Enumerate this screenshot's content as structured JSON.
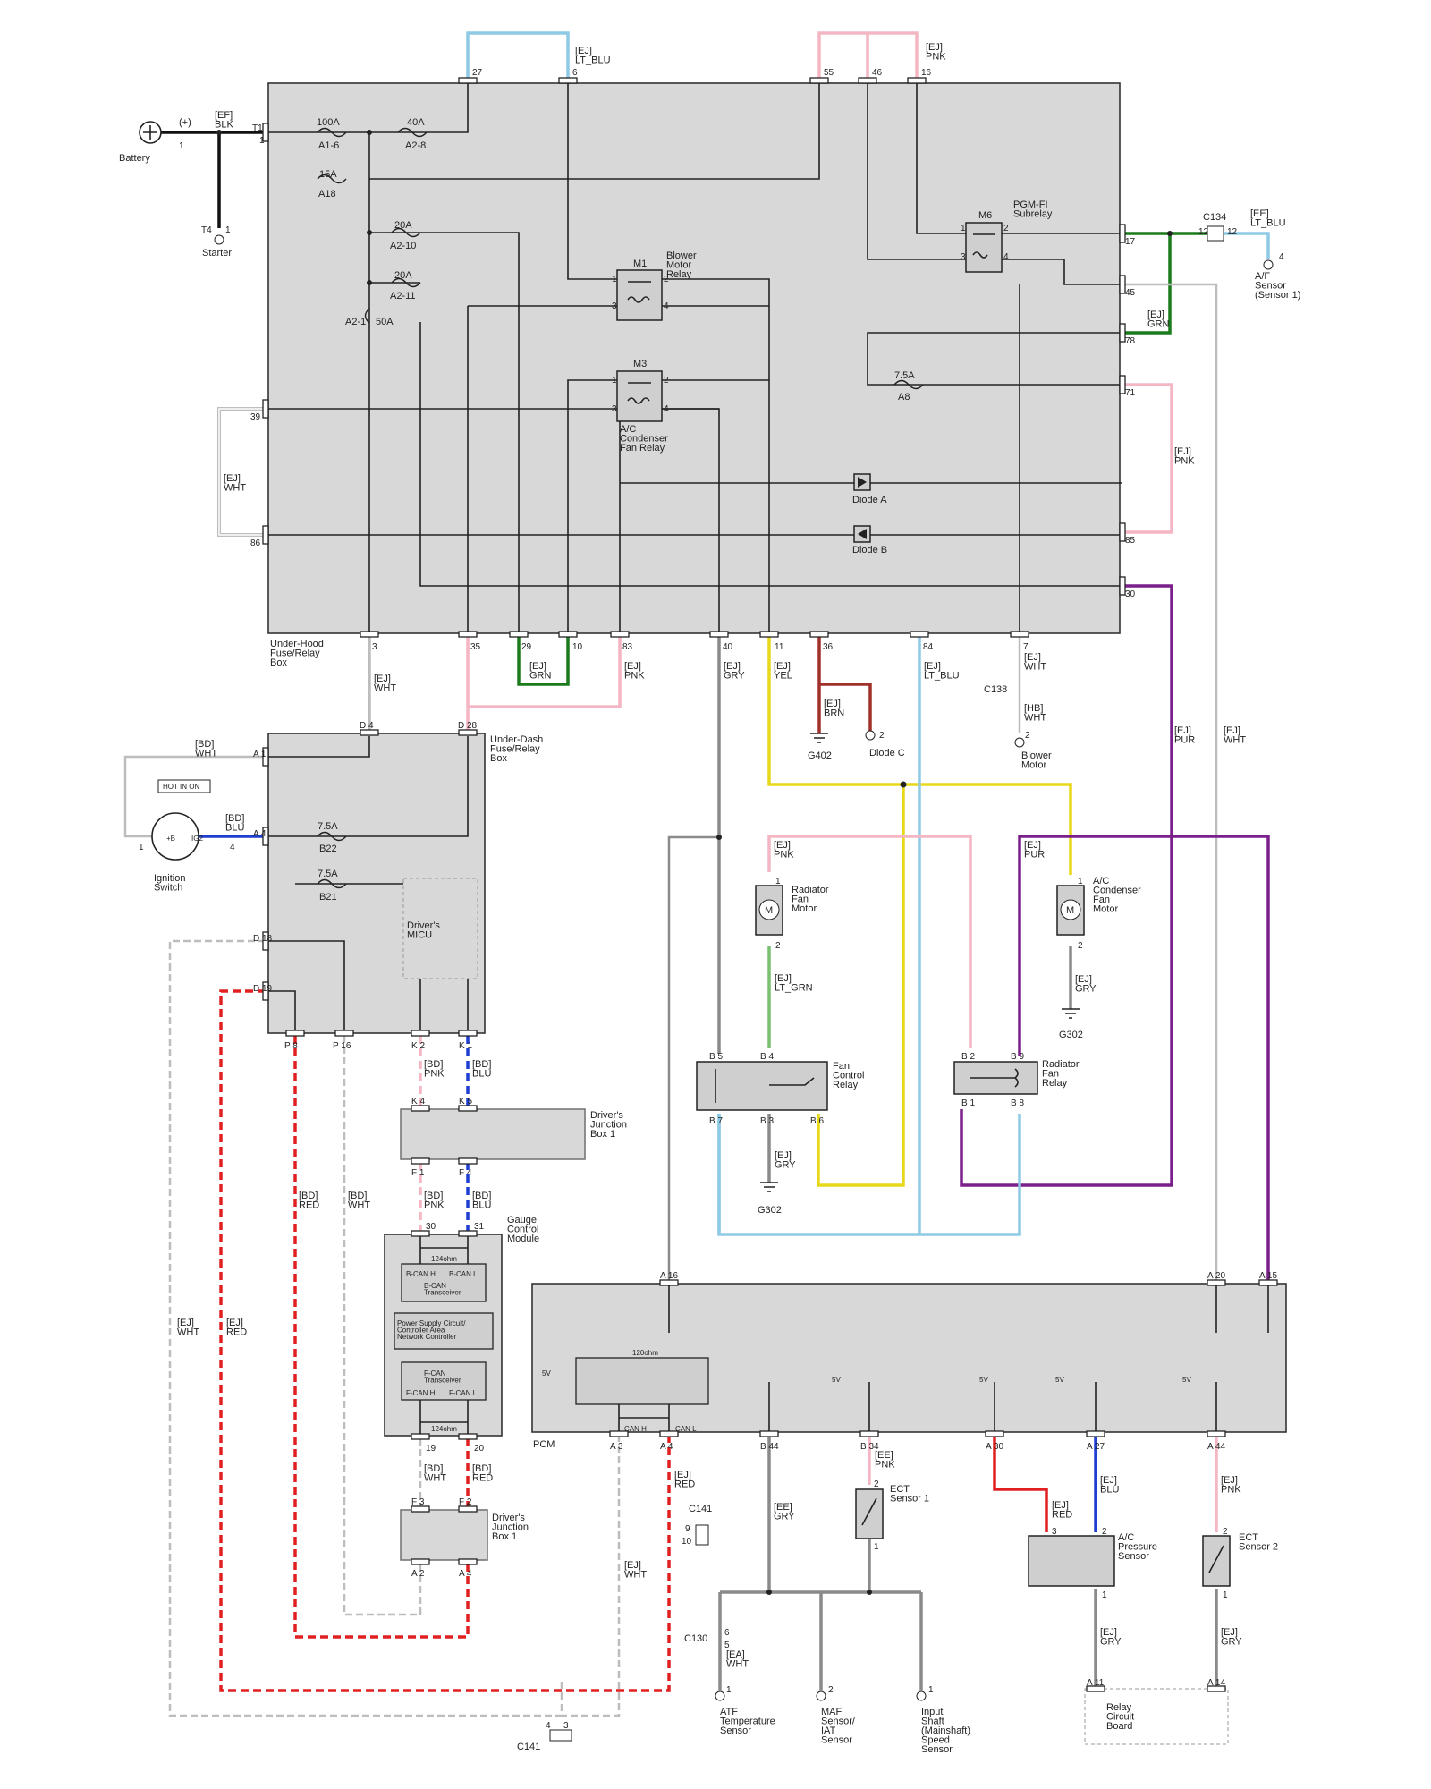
{
  "colors": {
    "black": "#111111",
    "lt_blu": "#8ecae6",
    "pnk": "#f4b6c2",
    "grn": "#1b7a1b",
    "brn": "#a0302a",
    "gry": "#8a8a8a",
    "yel": "#e8d81a",
    "pur": "#7b1f8a",
    "wht": "#bdbdbd",
    "red": "#e02020",
    "blu": "#1f3fd0",
    "box_fill": "#d8d8d8"
  },
  "boxes": {
    "underhood": "Under-Hood\nFuse/Relay\nBox",
    "underdash": "Under-Dash\nFuse/Relay\nBox",
    "djb1_top": "Driver's\nJunction\nBox 1",
    "djb1_bottom": "Driver's\nJunction\nBox 1",
    "gauge": "Gauge\nControl\nModule",
    "pcm": "PCM",
    "relay_board": "Relay\nCircuit\nBoard",
    "micu": "Driver's\nMICU"
  },
  "components": {
    "battery": "Battery",
    "battery_plus": "(+)",
    "starter": "Starter",
    "ign_switch": "Ignition\nSwitch",
    "hot_in_on": "HOT IN ON",
    "blower_relay": "Blower\nMotor\nRelay",
    "ac_fan_relay": "A/C\nCondenser\nFan Relay",
    "pgmfi": "PGM-FI\nSubrelay",
    "diode_a": "Diode A",
    "diode_b": "Diode B",
    "diode_c": "Diode C",
    "af_sensor": "A/F\nSensor\n(Sensor 1)",
    "blower_motor": "Blower\nMotor",
    "rad_fan_motor": "Radiator\nFan\nMotor",
    "ac_fan_motor": "A/C\nCondenser\nFan\nMotor",
    "fan_ctrl_relay": "Fan\nControl\nRelay",
    "rad_fan_relay": "Radiator\nFan\nRelay",
    "ect1": "ECT\nSensor 1",
    "ect2": "ECT\nSensor 2",
    "ac_press": "A/C\nPressure\nSensor",
    "atf": "ATF\nTemperature\nSensor",
    "maf": "MAF\nSensor/\nIAT\nSensor",
    "input_shaft": "Input\nShaft\n(Mainshaft)\nSpeed\nSensor",
    "bcan": "B-CAN\nTransceiver",
    "bcan_h": "B-CAN H",
    "bcan_l": "B-CAN L",
    "psc": "Power Supply Circuit/\nController Area\nNetwork Controller",
    "fcan": "F-CAN\nTransceiver",
    "fcan_h": "F-CAN H",
    "fcan_l": "F-CAN L",
    "ohm124a": "124ohm",
    "ohm124b": "124ohm",
    "ohm120": "120ohm",
    "can_h": "CAN H",
    "can_l": "CAN L",
    "m1": "M1",
    "m3": "M3",
    "m6": "M6",
    "b_plus": "+B",
    "ig2": "IG2",
    "v5a": "5V",
    "v5b": "5V",
    "v5c": "5V",
    "v5d": "5V",
    "v5e": "5V"
  },
  "fuses": {
    "a16": "100A",
    "a16n": "A1-6",
    "a28": "40A",
    "a28n": "A2-8",
    "a18": "15A",
    "a18n": "A18",
    "a210": "20A",
    "a210n": "A2-10",
    "a211": "20A",
    "a211n": "A2-11",
    "a21": "A2-1",
    "a21a": "50A",
    "a8": "7.5A",
    "a8n": "A8",
    "b22": "7.5A",
    "b22n": "B22",
    "b21": "7.5A",
    "b21n": "B21"
  },
  "grounds": {
    "g402": "G402",
    "g302a": "G302",
    "g302b": "G302"
  },
  "connectors": {
    "c134": "C134",
    "c138": "C138",
    "c141a": "C141",
    "c141b": "C141",
    "c130": "C130"
  },
  "wire_labels": {
    "ef_blk": "[EF]\nBLK",
    "ej_ltblu_top": "[EJ]\nLT_BLU",
    "ej_pnk_top": "[EJ]\nPNK",
    "ee_ltblu": "[EE]\nLT_BLU",
    "ej_grn_right": "[EJ]\nGRN",
    "ej_pnk_right": "[EJ]\nPNK",
    "ej_wht_left": "[EJ]\nWHT",
    "ej_wht_3": "[EJ]\nWHT",
    "ej_grn_29": "[EJ]\nGRN",
    "ej_pnk_83": "[EJ]\nPNK",
    "ej_gry_40": "[EJ]\nGRY",
    "ej_yel_11": "[EJ]\nYEL",
    "ej_brn_36": "[EJ]\nBRN",
    "ej_ltblu_84": "[EJ]\nLT_BLU",
    "ej_wht_7": "[EJ]\nWHT",
    "hb_wht": "[HB]\nWHT",
    "ej_pur_30": "[EJ]\nPUR",
    "ej_wht_45": "[EJ]\nWHT",
    "bd_wht_a1": "[BD]\nWHT",
    "bd_blu_a4": "[BD]\nBLU",
    "ej_pnk_rad": "[EJ]\nPNK",
    "ej_ltgrn": "[EJ]\nLT_GRN",
    "ej_gry_fan": "[EJ]\nGRY",
    "ej_pur_rad": "[EJ]\nPUR",
    "ej_gry_ac": "[EJ]\nGRY",
    "bd_pnk_k2": "[BD]\nPNK",
    "bd_blu_k1": "[BD]\nBLU",
    "bd_pnk_f1": "[BD]\nPNK",
    "bd_blu_f4": "[BD]\nBLU",
    "bd_red_p8": "[BD]\nRED",
    "bd_wht_p16": "[BD]\nWHT",
    "ej_wht_d18": "[EJ]\nWHT",
    "ej_red_d19": "[EJ]\nRED",
    "bd_wht_19": "[BD]\nWHT",
    "bd_red_20": "[BD]\nRED",
    "ej_red_a4": "[EJ]\nRED",
    "ej_wht_a3": "[EJ]\nWHT",
    "ee_gry_b44": "[EE]\nGRY",
    "ee_pnk_b34": "[EE]\nPNK",
    "ej_red_a30": "[EJ]\nRED",
    "ej_blu_a27": "[EJ]\nBLU",
    "ej_pnk_a44": "[EJ]\nPNK",
    "ea_wht": "[EA]\nWHT",
    "ej_gry_11": "[EJ]\nGRY",
    "ej_gry_14": "[EJ]\nGRY"
  },
  "pins": {
    "p27": "27",
    "p6": "6",
    "p55": "55",
    "p46": "46",
    "p16": "16",
    "t1": "T1",
    "t1b": "1",
    "t4": "T4",
    "t4b": "1",
    "bat1": "1",
    "p17": "17",
    "p45": "45",
    "p78": "78",
    "p71": "71",
    "p85": "85",
    "p30": "30",
    "p39": "39",
    "p86": "86",
    "b3": "3",
    "b35": "35",
    "b29": "29",
    "b10": "10",
    "b83": "83",
    "b40": "40",
    "b11": "11",
    "b36": "36",
    "b84": "84",
    "b7": "7",
    "c134a": "12",
    "c134b": "12",
    "af4": "4",
    "c138b": "2",
    "diodec2": "2",
    "d4": "D 4",
    "d28": "D 28",
    "a1": "A 1",
    "a4": "A 4",
    "d18": "D 18",
    "d19": "D 19",
    "ig1": "1",
    "ig4": "4",
    "p8": "P 8",
    "p16b": "P 16",
    "k2": "K 2",
    "k1": "K 1",
    "k4": "K 4",
    "k5": "K 5",
    "f1": "F 1",
    "f4": "F 4",
    "g30": "30",
    "g31": "31",
    "g19": "19",
    "g20": "20",
    "f3": "F 3",
    "f2": "F 2",
    "a2b": "A 2",
    "a4b": "A 4",
    "m1_1": "1",
    "m1_2": "2",
    "m1_3": "3",
    "m1_4": "4",
    "m3_1": "1",
    "m3_2": "2",
    "m3_3": "3",
    "m3_4": "4",
    "m6_1": "1",
    "m6_2": "2",
    "m6_3": "3",
    "m6_4": "4",
    "rf1": "1",
    "rf2": "2",
    "acf1": "1",
    "acf2": "2",
    "fc_b5": "B 5",
    "fc_b4": "B 4",
    "fc_b7": "B 7",
    "fc_b3": "B 3",
    "fc_b6": "B 6",
    "rr_b2": "B 2",
    "rr_b9": "B 9",
    "rr_b1": "B 1",
    "rr_b8": "B 8",
    "pa16": "A 16",
    "pa20": "A 20",
    "pa15": "A 15",
    "pa3": "A 3",
    "pa4": "A 4",
    "pb44": "B 44",
    "pb34": "B 34",
    "pa30": "A 30",
    "pa27": "A 27",
    "pa44": "A 44",
    "c141_9": "9",
    "c141_10": "10",
    "ect1_2": "2",
    "ect1_1": "1",
    "acp3": "3",
    "acp2": "2",
    "acp1": "1",
    "ect2_2": "2",
    "ect2_1": "1",
    "c130_6": "6",
    "c130_5": "5",
    "atf1": "1",
    "maf2": "2",
    "is1": "1",
    "rb11": "A 11",
    "rb14": "A 14",
    "c141_4": "4",
    "c141_3": "3"
  }
}
